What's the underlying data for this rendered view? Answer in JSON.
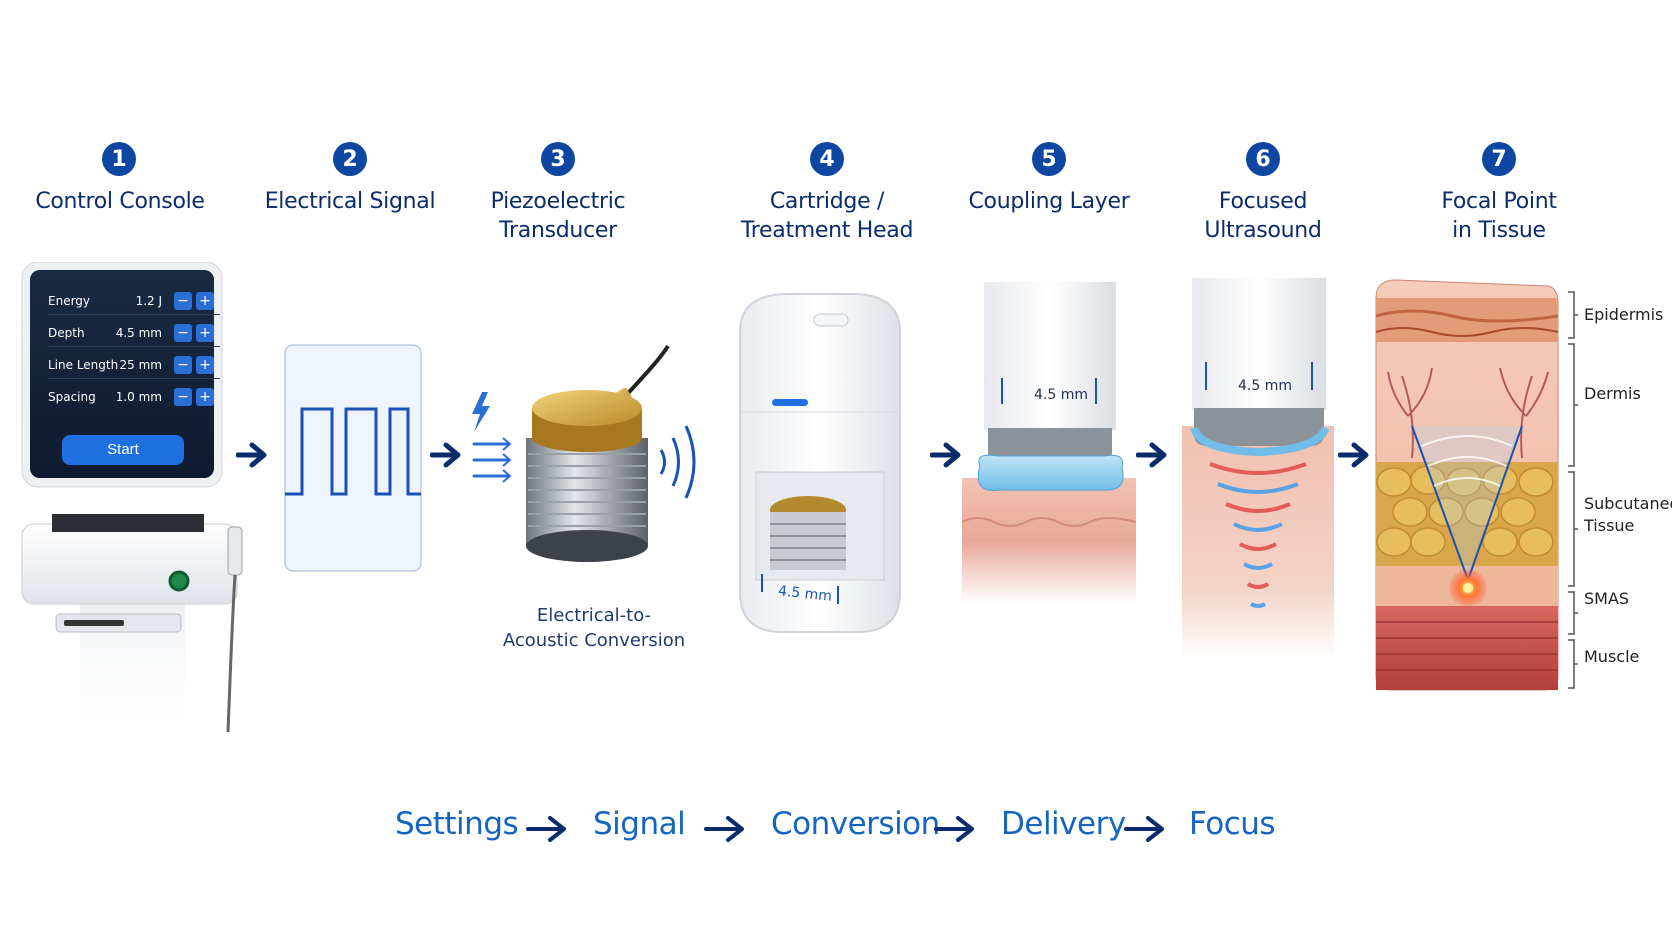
{
  "steps": [
    {
      "number": "1",
      "line1": "Control Console",
      "line2": ""
    },
    {
      "number": "2",
      "line1": "Electrical Signal",
      "line2": ""
    },
    {
      "number": "3",
      "line1": "Piezoelectric",
      "line2": "Transducer"
    },
    {
      "number": "4",
      "line1": "Cartridge /",
      "line2": "Treatment Head"
    },
    {
      "number": "5",
      "line1": "Coupling Layer",
      "line2": ""
    },
    {
      "number": "6",
      "line1": "Focused",
      "line2": "Ultrasound"
    },
    {
      "number": "7",
      "line1": "Focal Point",
      "line2": "in Tissue"
    }
  ],
  "console": {
    "rows": [
      {
        "label": "Energy",
        "value": "1.2 J"
      },
      {
        "label": "Depth",
        "value": "4.5 mm"
      },
      {
        "label": "Line Length",
        "value": "25 mm"
      },
      {
        "label": "Spacing",
        "value": "1.0 mm"
      }
    ],
    "minus": "−",
    "plus": "+",
    "start": "Start"
  },
  "transducer_caption": {
    "line1": "Electrical-to-",
    "line2": "Acoustic Conversion"
  },
  "depth_labels": {
    "cartridge": "4.5 mm",
    "coupling": "4.5 mm",
    "focused": "4.5 mm"
  },
  "tissue_layers": [
    "Epidermis",
    "Dermis",
    "Subcutaneous",
    "Tissue",
    "SMAS",
    "Muscle"
  ],
  "flow": [
    "Settings",
    "Signal",
    "Conversion",
    "Delivery",
    "Focus"
  ],
  "colors": {
    "accent": "#0d47a1",
    "flow_text": "#1565c0",
    "title": "#0b2c6b"
  }
}
